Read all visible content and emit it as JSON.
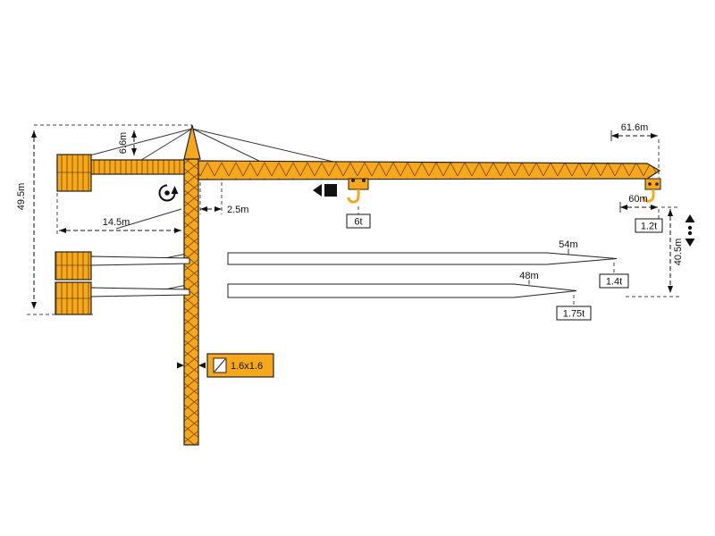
{
  "colors": {
    "crane_orange": "#F7A71B"
  },
  "diagram": {
    "labels": {
      "total_height": "49.5m",
      "tower_head_height": "6.6m",
      "counter_jib_radius": "14.5m",
      "jib_root_offset": "2.5m",
      "jib_length_max": "61.6m",
      "jib_length_60": "60m",
      "tip_load_60": "1.2t",
      "hook_height": "40.5m",
      "jib_length_54": "54m",
      "tip_load_54": "1.4t",
      "jib_length_48": "48m",
      "tip_load_48": "1.75t",
      "max_load": "6t",
      "mast_section": "1.6x1.6"
    }
  }
}
